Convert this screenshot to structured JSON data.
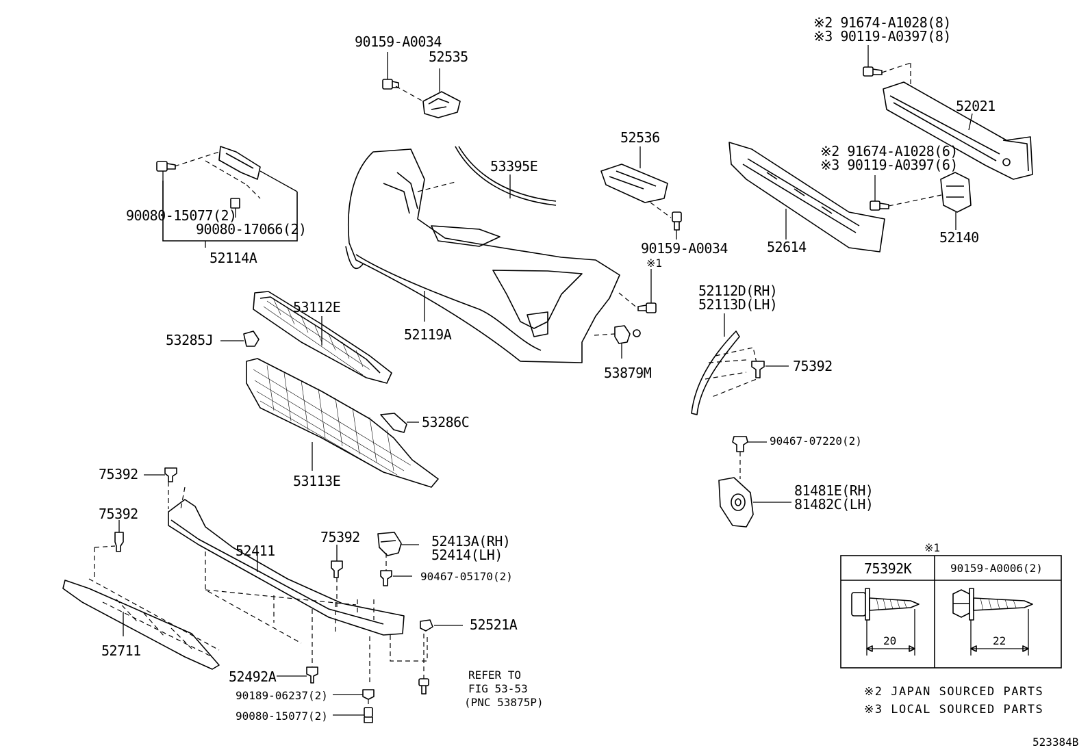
{
  "parts": [
    {
      "name": "label-90159-A0034-top",
      "text": "90159-A0034"
    },
    {
      "name": "label-52535",
      "text": "52535"
    },
    {
      "name": "label-note2-91674-A1028-8",
      "text": "※2 91674-A1028(8)"
    },
    {
      "name": "label-note3-90119-A0397-8",
      "text": "※3 90119-A0397(8)"
    },
    {
      "name": "label-52021",
      "text": "52021"
    },
    {
      "name": "label-52536",
      "text": "52536"
    },
    {
      "name": "label-53395E",
      "text": "53395E"
    },
    {
      "name": "label-note2-91674-A1028-6",
      "text": "※2 91674-A1028(6)"
    },
    {
      "name": "label-note3-90119-A0397-6",
      "text": "※3 90119-A0397(6)"
    },
    {
      "name": "label-90080-15077-top",
      "text": "90080-15077(2)"
    },
    {
      "name": "label-90080-17066",
      "text": "90080-17066(2)"
    },
    {
      "name": "label-52114A",
      "text": "52114A"
    },
    {
      "name": "label-90159-A0034-mid",
      "text": "90159-A0034"
    },
    {
      "name": "label-52614",
      "text": "52614"
    },
    {
      "name": "label-52140",
      "text": "52140"
    },
    {
      "name": "label-note1-mid",
      "text": "※1"
    },
    {
      "name": "label-52112D-RH",
      "text": "52112D(RH)"
    },
    {
      "name": "label-52113D-LH",
      "text": "52113D(LH)"
    },
    {
      "name": "label-53112E",
      "text": "53112E"
    },
    {
      "name": "label-53285J",
      "text": "53285J"
    },
    {
      "name": "label-52119A",
      "text": "52119A"
    },
    {
      "name": "label-53879M",
      "text": "53879M"
    },
    {
      "name": "label-75392-right",
      "text": "75392"
    },
    {
      "name": "label-53286C",
      "text": "53286C"
    },
    {
      "name": "label-90467-07220",
      "text": "90467-07220(2)"
    },
    {
      "name": "label-53113E",
      "text": "53113E"
    },
    {
      "name": "label-75392-upper-left",
      "text": "75392"
    },
    {
      "name": "label-81481E-RH",
      "text": "81481E(RH)"
    },
    {
      "name": "label-81482C-LH",
      "text": "81482C(LH)"
    },
    {
      "name": "label-75392-left",
      "text": "75392"
    },
    {
      "name": "label-52411",
      "text": "52411"
    },
    {
      "name": "label-75392-center",
      "text": "75392"
    },
    {
      "name": "label-52413A-RH",
      "text": "52413A(RH)"
    },
    {
      "name": "label-52414-LH",
      "text": "52414(LH)"
    },
    {
      "name": "label-90467-05170",
      "text": "90467-05170(2)"
    },
    {
      "name": "label-52521A",
      "text": "52521A"
    },
    {
      "name": "label-52711",
      "text": "52711"
    },
    {
      "name": "label-52492A",
      "text": "52492A"
    },
    {
      "name": "label-refer-to",
      "text": "REFER TO"
    },
    {
      "name": "label-fig-53-53",
      "text": "FIG 53-53"
    },
    {
      "name": "label-pnc-53875P",
      "text": "(PNC 53875P)"
    },
    {
      "name": "label-90189-06237",
      "text": "90189-06237(2)"
    },
    {
      "name": "label-90080-15077-bottom",
      "text": "90080-15077(2)"
    }
  ],
  "legend_table": {
    "note_mark": "※1",
    "col1_header": "75392K",
    "col2_header": "90159-A0006(2)",
    "col1_dimension": "20",
    "col2_dimension": "22"
  },
  "notes": {
    "japan": "※2 JAPAN SOURCED PARTS",
    "local": "※3 LOCAL SOURCED PARTS"
  },
  "figure_id": "523384B"
}
